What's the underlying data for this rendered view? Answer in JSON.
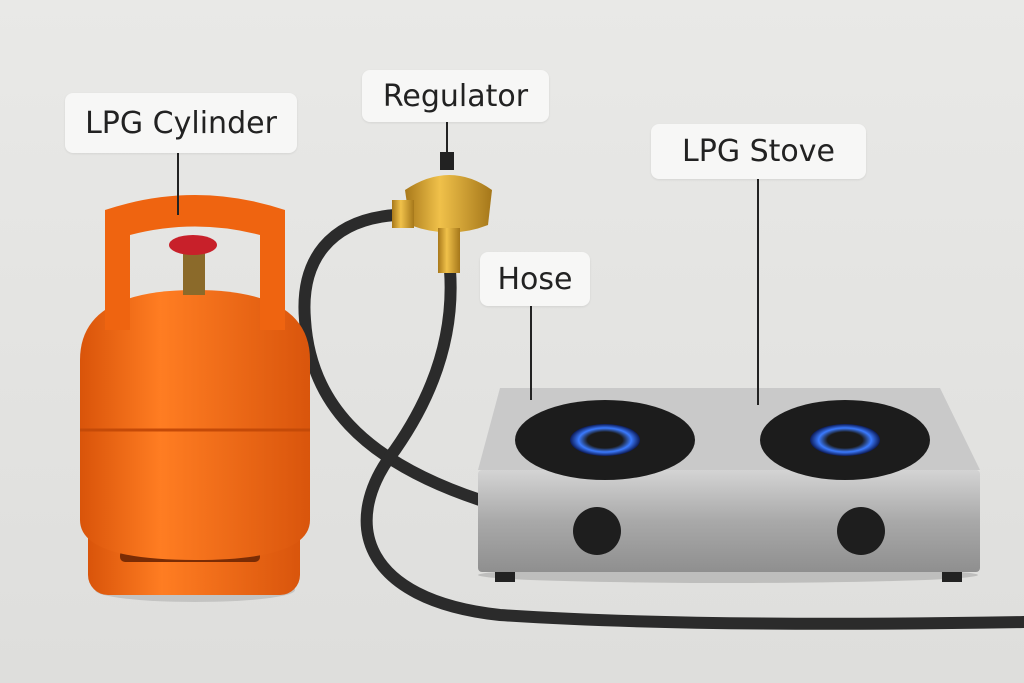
{
  "labels": {
    "cylinder": "LPG Cylinder",
    "regulator": "Regulator",
    "stove": "LPG Stove",
    "hose": "Hose"
  },
  "colors": {
    "background": "#e6e6e4",
    "cylinder": "#f26a12",
    "valve_cap": "#c8202a",
    "regulator": "#d4a21e",
    "hose": "#2b2b2b",
    "stove": "#b9b9b9",
    "flame": "#2a6cff"
  }
}
